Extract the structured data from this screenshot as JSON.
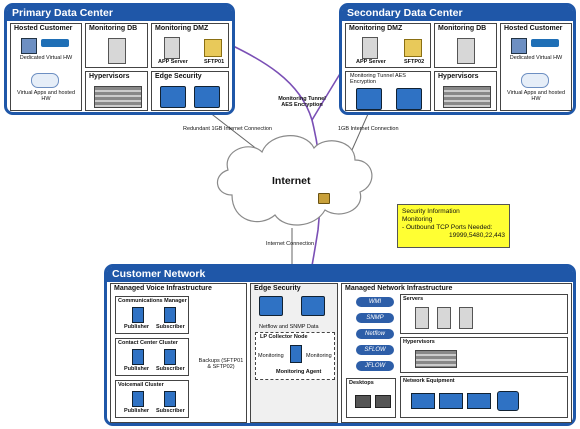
{
  "primary_dc": {
    "title": "Primary Data Center",
    "hosted_customer": {
      "title": "Hosted Customer",
      "hw": "Dedicated Virtual HW",
      "apps": "Virtual Apps and hosted HW"
    },
    "monitoring_db": "Monitoring DB",
    "monitoring_dmz": {
      "title": "Monitoring DMZ",
      "app_server": "APP Server",
      "sftp": "SFTP01"
    },
    "hypervisors": "Hypervisors",
    "edge_security": "Edge Security"
  },
  "secondary_dc": {
    "title": "Secondary Data Center",
    "monitoring_dmz": {
      "title": "Monitoring DMZ",
      "app_server": "APP Server",
      "sftp": "SFTP02"
    },
    "monitoring_db": "Monitoring DB",
    "hosted_customer": {
      "title": "Hosted Customer",
      "hw": "Dedicated Virtual HW",
      "apps": "Virtual Apps and hosted HW"
    },
    "tunnel": "Monitoring Tunnel AES Encryption",
    "hypervisors": "Hypervisors"
  },
  "connections": {
    "redundant": "Redundant 1GB Internet Connection",
    "one_gb": "1GB Internet Connection",
    "tunnel": "Monitoring Tunnel AES Encryption",
    "internet": "Internet",
    "internet_connection": "Internet Connection"
  },
  "note": {
    "line1": "Security Information",
    "line2": "Monitoring",
    "line3": "- Outbound TCP Ports Needed:",
    "line4": "19999,5480,22,443"
  },
  "customer": {
    "title": "Customer Network",
    "voice": {
      "title": "Managed Voice Infrastructure",
      "comm_manager": "Communications Manager",
      "contact_center": "Contact Center Cluster",
      "voicemail": "Voicemail Cluster",
      "publisher": "Publisher",
      "subscriber": "Subscriber",
      "backups": "Backups (SFTP01 & SFTP02)"
    },
    "edge": {
      "title": "Edge Security",
      "netflow": "Netflow and SNMP Data",
      "collector": "LP Collector Node",
      "monitoring": "Monitoring",
      "agent": "Monitoring Agent"
    },
    "network": {
      "title": "Managed Network Infrastructure",
      "pills": [
        "WMI",
        "SNMP",
        "Netflow",
        "SFLOW",
        "JFLOW"
      ],
      "servers": "Servers",
      "hypervisors": "Hypervisors",
      "desktops": "Desktops",
      "equipment": "Network Equipment"
    }
  },
  "colors": {
    "dc_blue": "#1f57a8",
    "tunnel_purple": "#7a4fb5",
    "note_yellow": "#ffff33"
  }
}
